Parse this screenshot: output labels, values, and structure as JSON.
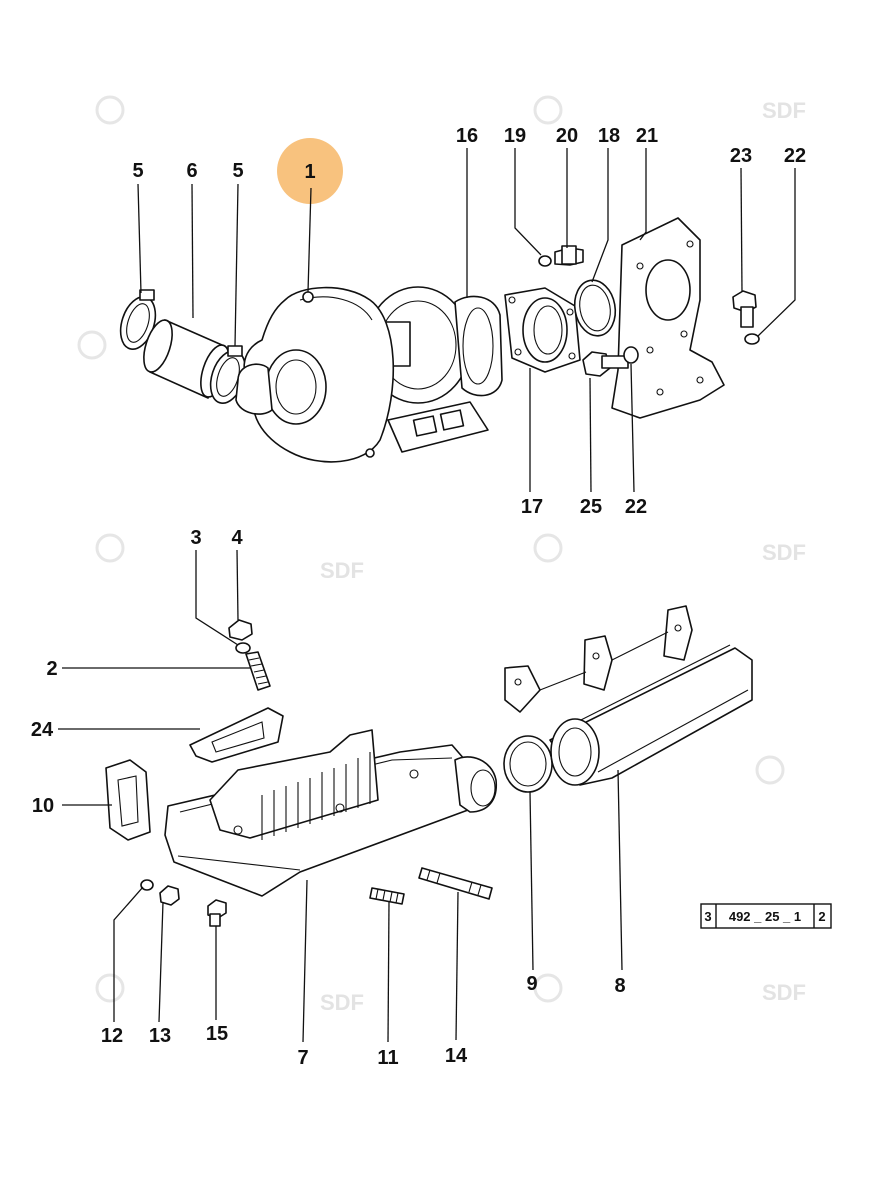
{
  "highlight_color": "#f8c27e",
  "watermark": {
    "text": "SDF"
  },
  "callouts": {
    "c1": "1",
    "c2": "2",
    "c3": "3",
    "c4": "4",
    "c5a": "5",
    "c5b": "5",
    "c6": "6",
    "c7": "7",
    "c8": "8",
    "c9": "9",
    "c10": "10",
    "c11": "11",
    "c12": "12",
    "c13": "13",
    "c14": "14",
    "c15": "15",
    "c16": "16",
    "c17": "17",
    "c18": "18",
    "c19": "19",
    "c20": "20",
    "c21": "21",
    "c22a": "22",
    "c22b": "22",
    "c23": "23",
    "c24": "24",
    "c25": "25"
  },
  "reference_box": {
    "left": "3",
    "middle": "492 _ 25 _ 1",
    "right": "2"
  }
}
